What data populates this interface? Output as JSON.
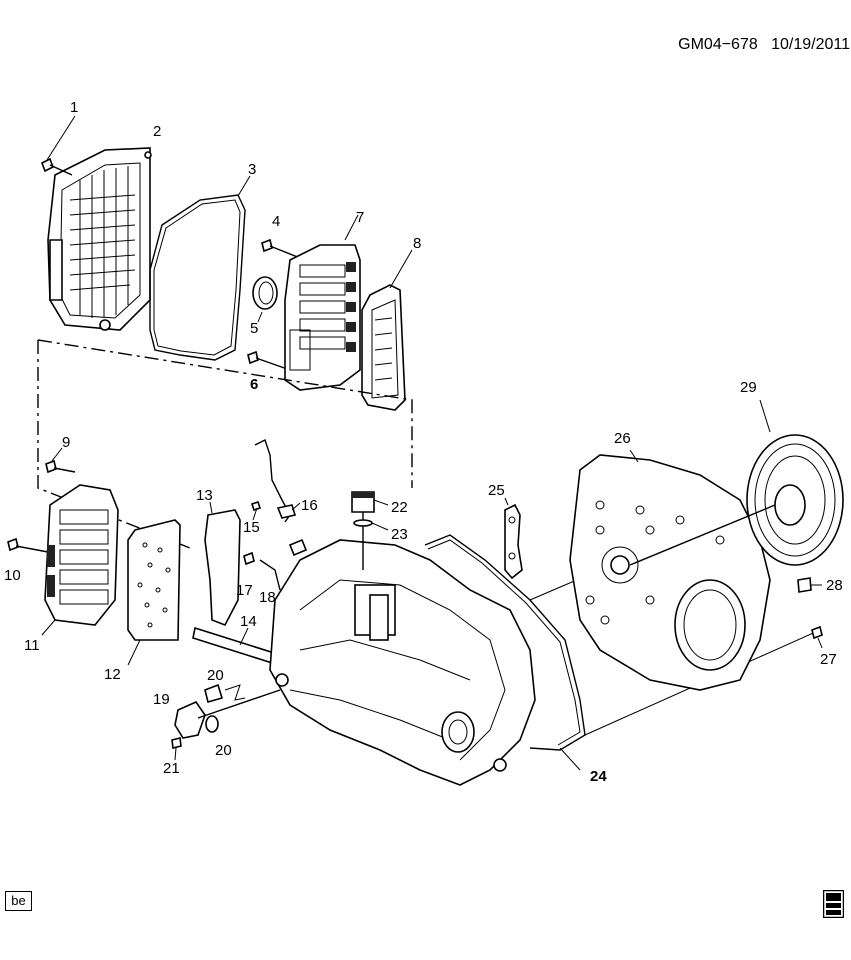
{
  "header": {
    "code": "GM04−678",
    "date": "10/19/2011"
  },
  "badge": "be",
  "logo_icon": "gm-spo-logo-icon",
  "callouts": [
    {
      "id": "c1",
      "label": "1"
    },
    {
      "id": "c2",
      "label": "2"
    },
    {
      "id": "c3",
      "label": "3"
    },
    {
      "id": "c4",
      "label": "4"
    },
    {
      "id": "c5",
      "label": "5"
    },
    {
      "id": "c6",
      "label": "6"
    },
    {
      "id": "c7",
      "label": "7"
    },
    {
      "id": "c8",
      "label": "8"
    },
    {
      "id": "c9",
      "label": "9"
    },
    {
      "id": "c10",
      "label": "10"
    },
    {
      "id": "c11",
      "label": "11"
    },
    {
      "id": "c12",
      "label": "12"
    },
    {
      "id": "c13",
      "label": "13"
    },
    {
      "id": "c14",
      "label": "14"
    },
    {
      "id": "c15",
      "label": "15"
    },
    {
      "id": "c16",
      "label": "16"
    },
    {
      "id": "c17",
      "label": "17"
    },
    {
      "id": "c18",
      "label": "18"
    },
    {
      "id": "c19",
      "label": "19"
    },
    {
      "id": "c20a",
      "label": "20"
    },
    {
      "id": "c20b",
      "label": "20"
    },
    {
      "id": "c21",
      "label": "21"
    },
    {
      "id": "c22",
      "label": "22"
    },
    {
      "id": "c23",
      "label": "23"
    },
    {
      "id": "c24",
      "label": "24"
    },
    {
      "id": "c25",
      "label": "25"
    },
    {
      "id": "c26",
      "label": "26"
    },
    {
      "id": "c27",
      "label": "27"
    },
    {
      "id": "c28",
      "label": "28"
    },
    {
      "id": "c29",
      "label": "29"
    }
  ]
}
